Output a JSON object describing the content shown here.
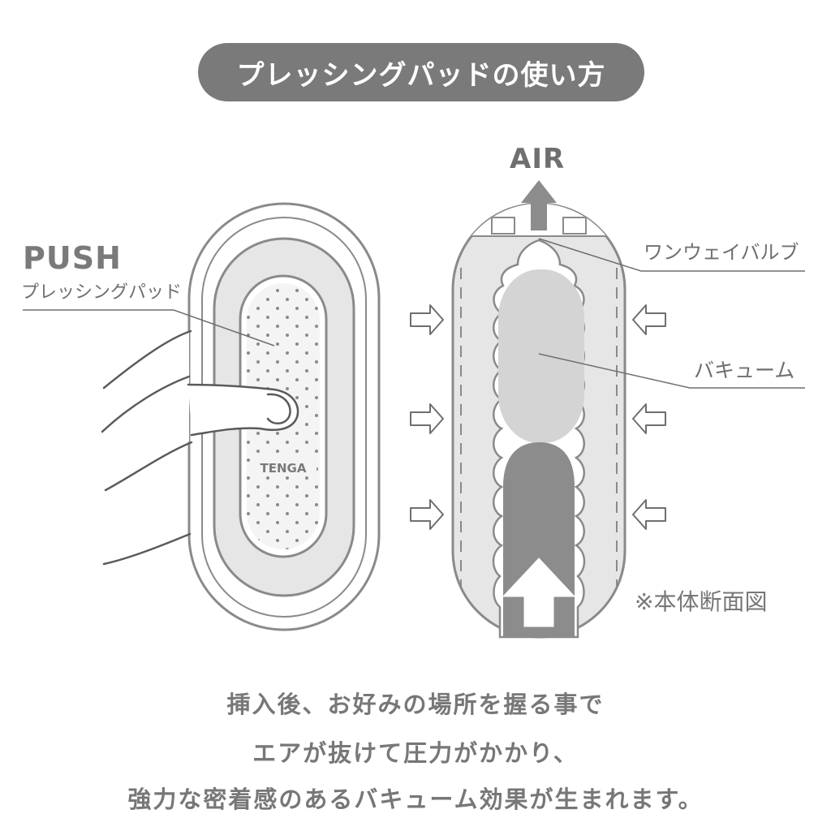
{
  "title": "プレッシングパッドの使い方",
  "left_panel": {
    "push_label": "PUSH",
    "pad_label": "プレッシングパッド",
    "brand": "TENGA"
  },
  "right_panel": {
    "air_label": "AIR",
    "valve_label": "ワンウェイバルブ",
    "vacuum_label": "バキューム",
    "section_note": "※本体断面図"
  },
  "description": [
    "挿入後、お好みの場所を握る事で",
    "エアが抜けて圧力がかかり、",
    "強力な密着感のあるバキューム効果が生まれます。"
  ],
  "colors": {
    "pill": "#7a7a7a",
    "outline": "#8a8a8a",
    "body_fill": "#e6e6e6",
    "pad_fill": "#efefef",
    "dark_fill": "#8c8c8c",
    "text": "#6f6f6f"
  }
}
